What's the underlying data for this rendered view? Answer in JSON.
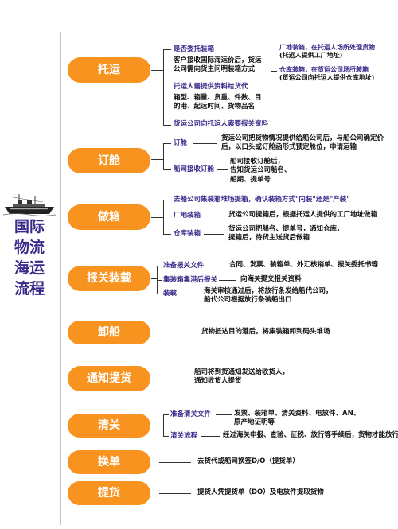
{
  "title_lines": [
    "国际",
    "物流",
    "海运",
    "流程"
  ],
  "colors": {
    "stage": "#f7931e",
    "label": "#3a2a8a",
    "text": "#111111"
  },
  "stages": [
    {
      "name": "托运",
      "top_label": "是否委托装箱",
      "items": [
        "客户接收国际海运价后，货运",
        "公司需向货主问明装箱方式"
      ],
      "label2": "托运人需提供资料给货代",
      "items2": [
        "箱型、箱量、货重、件数、目",
        "的港、起运时间、货物品名"
      ],
      "label3": "货运公司向托运人索要报关资料",
      "right": [
        {
          "label": "厂地装箱，在托运人场所处理货物",
          "desc": "(托运人提供工厂地址)"
        },
        {
          "label": "仓库装箱，在货运公司场所装箱",
          "desc": "(货运公司向托运人提供仓库地址)"
        }
      ]
    },
    {
      "name": "订舱",
      "rows": [
        {
          "label": "订舱",
          "lines": [
            "货运公司把货物情况提供给船公司后，与船公司确定价",
            "后，以口头或订舱函形式预定舱位，申请运输"
          ]
        },
        {
          "label": "船司接收订舱",
          "lines": [
            "船司接收订舱后，",
            "告知货运公司船名、",
            "船期、提单号"
          ]
        }
      ]
    },
    {
      "name": "做箱",
      "top_label": "去船公司集装箱堆场提箱，确认装箱方式\"内装\"还是\"产装\"",
      "rows": [
        {
          "label": "厂地装箱",
          "lines": [
            "货运公司提箱后，根据托运人提供的工厂地址做箱"
          ]
        },
        {
          "label": "仓库装箱",
          "lines": [
            "货运公司把船名、提单号，通知仓库，",
            "提箱后，待货主送货后做箱"
          ]
        }
      ]
    },
    {
      "name": "报关装载",
      "rows": [
        {
          "label": "准备报关文件",
          "lines": [
            "合同、发票、装箱单、外汇核销单、报关委托书等"
          ]
        },
        {
          "label": "集装箱集港后报关",
          "lines": [
            "向海关提交报关资料"
          ]
        },
        {
          "label": "装载",
          "lines": [
            "海关审核通过后，将放行条发给船代公司，",
            "船代公司根据放行条装船出口"
          ]
        }
      ]
    },
    {
      "name": "卸船",
      "lines": [
        "货物抵达目的港后，将集装箱卸到码头堆场"
      ]
    },
    {
      "name": "通知提货",
      "lines": [
        "船司将到货通知发送给收货人，",
        "通知收货人提货"
      ]
    },
    {
      "name": "清关",
      "rows": [
        {
          "label": "准备清关文件",
          "lines": [
            "发票、装箱单、清关资料、电放件、AN、",
            "原产地证明等"
          ]
        },
        {
          "label": "清关流程",
          "lines": [
            "经过海关申报、查验、征税、放行等手续后，货物才能放行"
          ]
        }
      ]
    },
    {
      "name": "换单",
      "lines": [
        "去货代或船司换签D/O（提货单）"
      ]
    },
    {
      "name": "提货",
      "lines": [
        "提货人凭提货单（DO）及电放件提取货物"
      ]
    }
  ]
}
